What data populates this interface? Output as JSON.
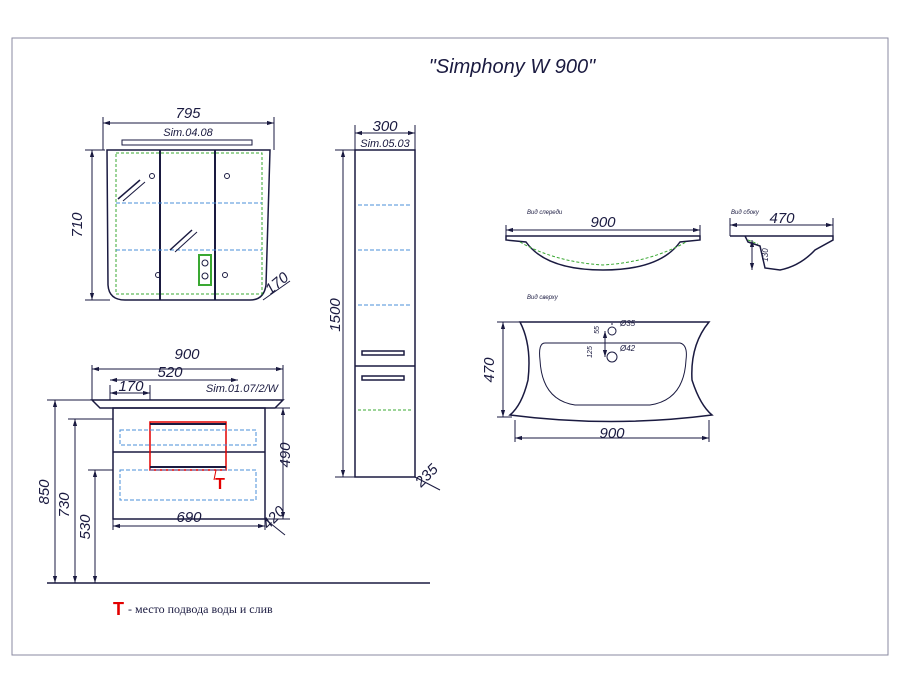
{
  "title": "\"Simphony W 900\"",
  "mirror": {
    "code": "Sim.04.08",
    "width": "795",
    "height": "710",
    "depth": "170"
  },
  "column": {
    "code": "Sim.05.03",
    "width": "300",
    "height": "1500",
    "depth": "235"
  },
  "vanity": {
    "code": "Sim.01.07/2/W",
    "width": "900",
    "inner_width": "520",
    "offset": "170",
    "base_width": "690",
    "depth": "420",
    "body_height": "490",
    "top_height": "850",
    "mid_height": "730",
    "low_height": "530",
    "marker": "T"
  },
  "sink_front": {
    "label": "Вид спереди",
    "width": "900"
  },
  "sink_side": {
    "label": "Вид сбоку",
    "depth": "470",
    "height": "130"
  },
  "sink_top": {
    "label": "Вид сверху",
    "width": "900",
    "depth": "470",
    "hole1": "Ø35",
    "hole2": "Ø42",
    "dist1": "55",
    "dist2": "125"
  },
  "legend": {
    "marker": "T",
    "text": "- место подвода воды и слив"
  },
  "colors": {
    "line": "#1a1a40",
    "green": "#3aa832",
    "blue": "#4a8fd8",
    "red": "#e30000"
  }
}
